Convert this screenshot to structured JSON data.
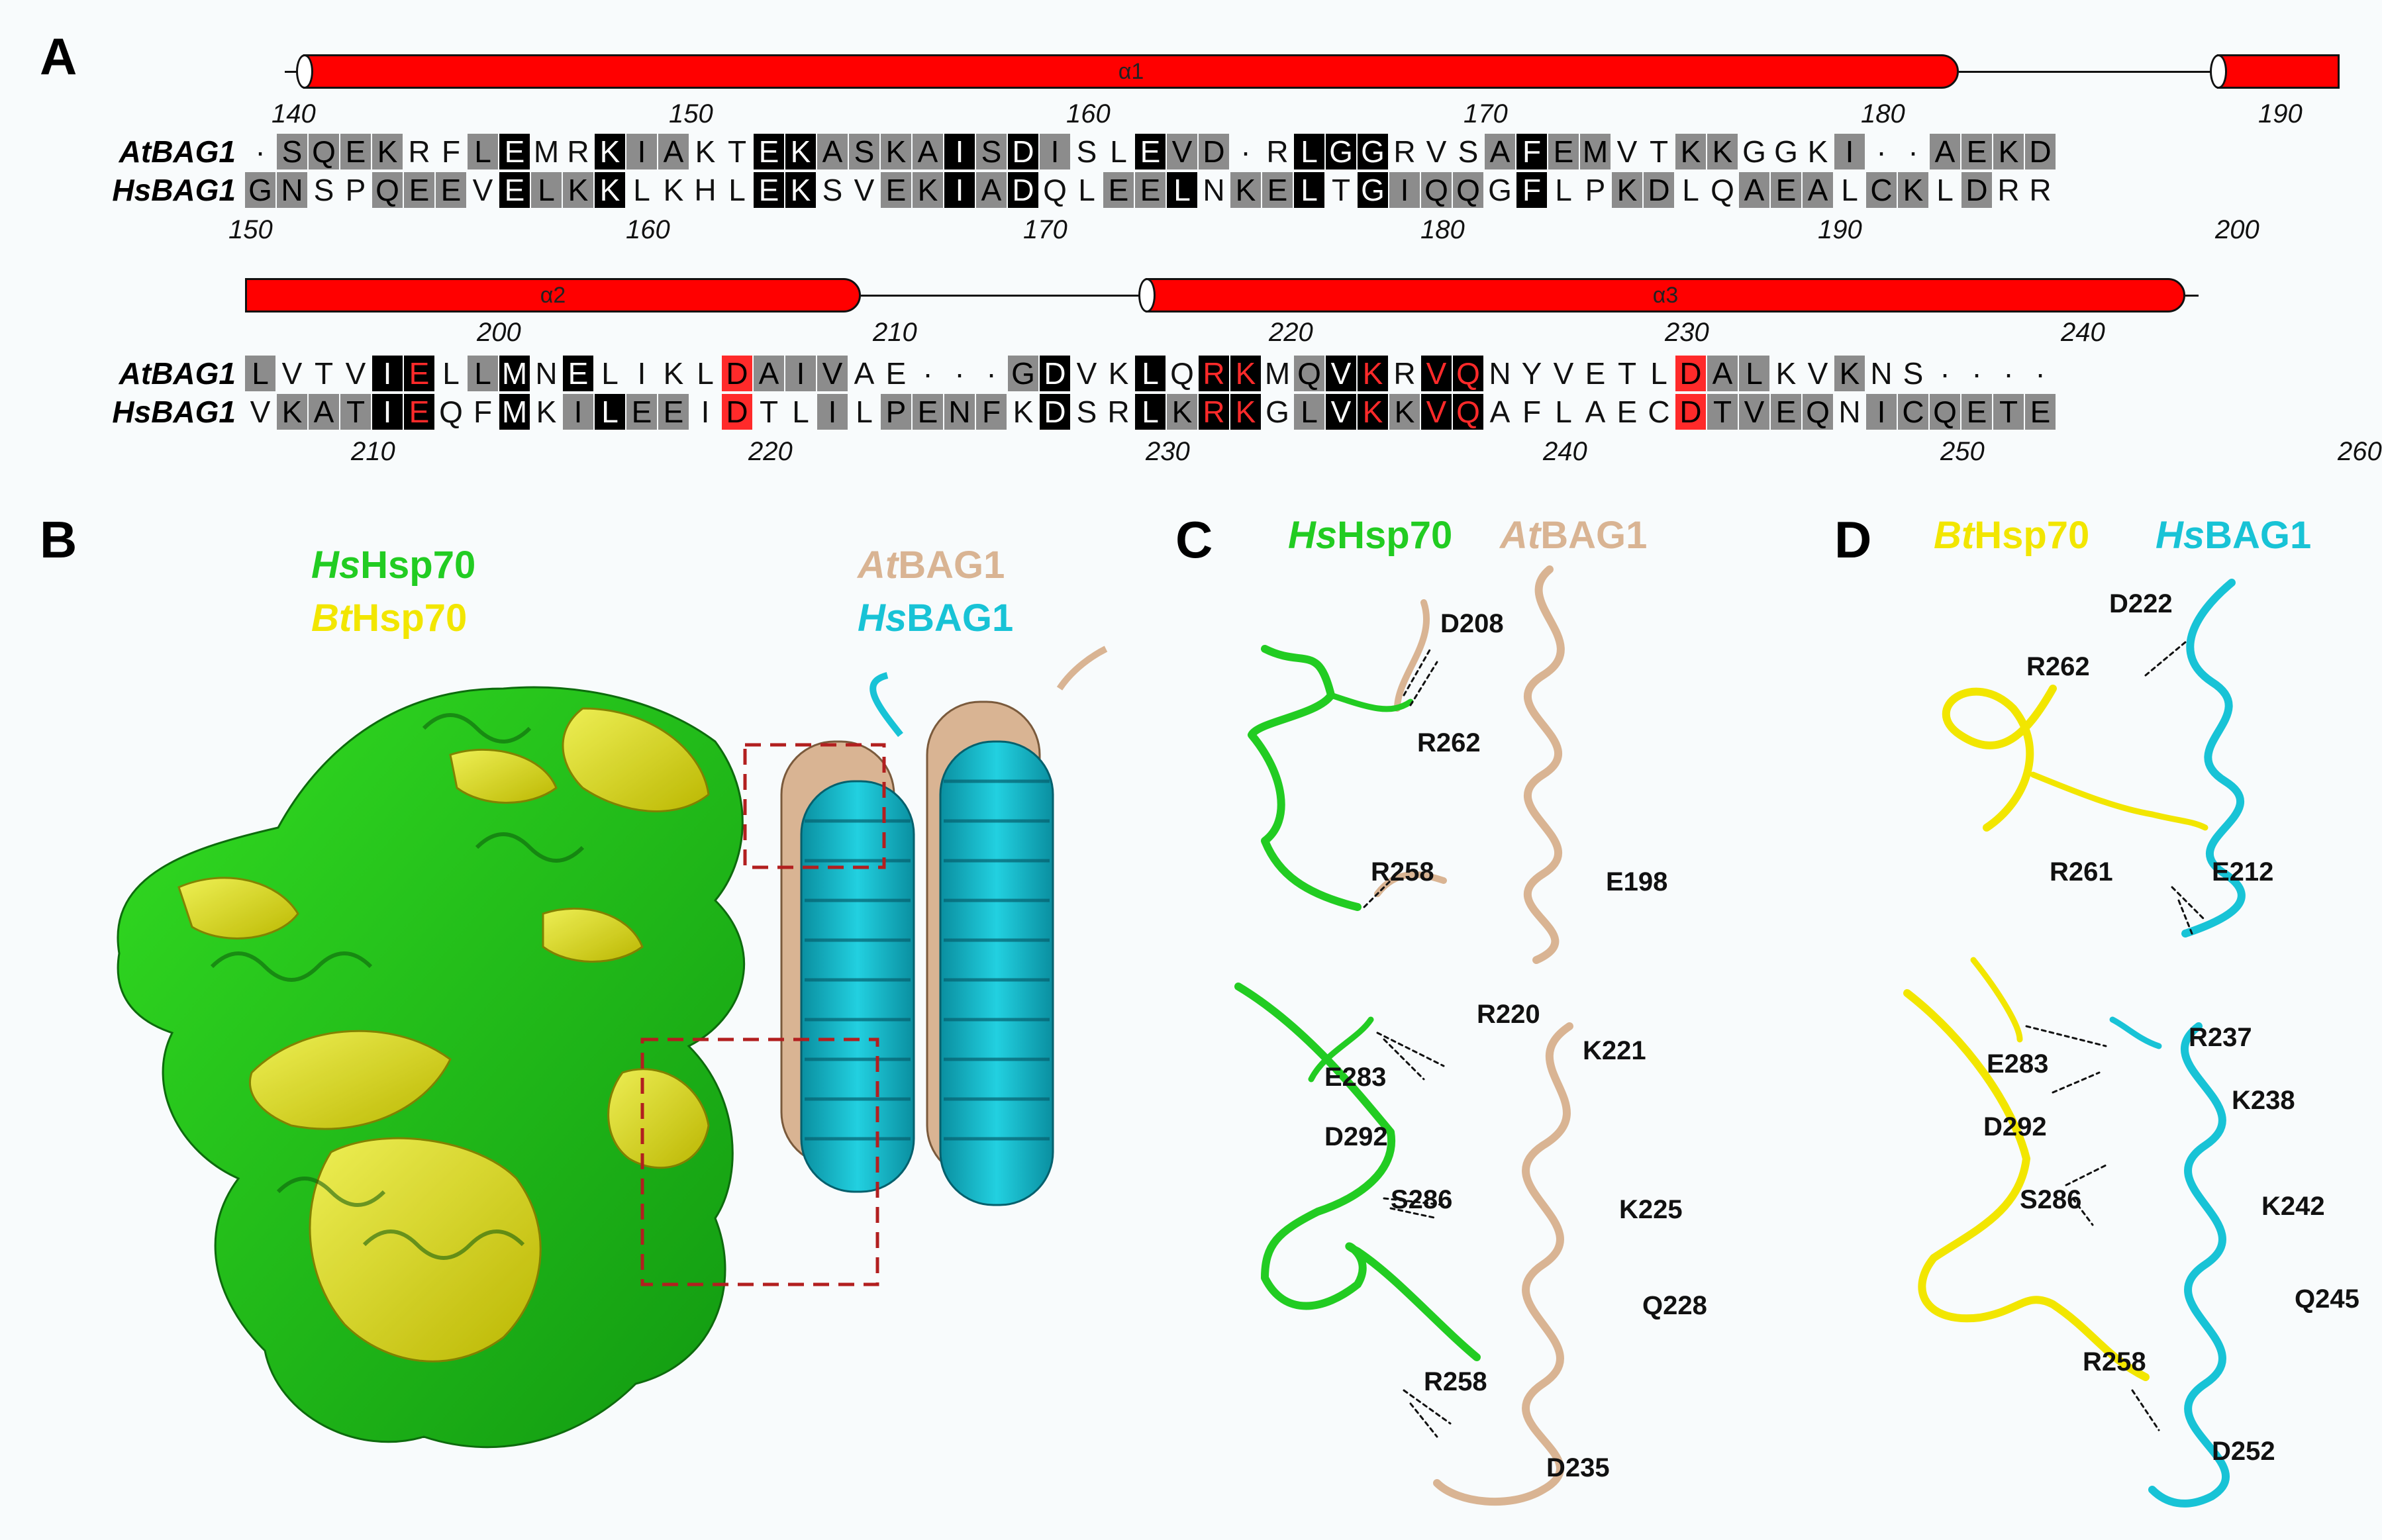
{
  "panels": {
    "a": "A",
    "b": "B",
    "c": "C",
    "d": "D"
  },
  "helices": [
    "α1",
    "α2",
    "α3"
  ],
  "block1": {
    "top_numbers": [
      "140",
      "150",
      "160",
      "170",
      "180",
      "190"
    ],
    "bottom_numbers": [
      "150",
      "160",
      "170",
      "180",
      "190",
      "200"
    ],
    "at_name": "AtBAG1",
    "hs_name": "HsBAG1",
    "at_seq": [
      "·",
      "S",
      "Q",
      "E",
      "K",
      "R",
      "F",
      "L",
      "E",
      "M",
      "R",
      "K",
      "I",
      "A",
      "K",
      "T",
      "E",
      "K",
      "A",
      "S",
      "K",
      "A",
      "I",
      "S",
      "D",
      "I",
      "S",
      "L",
      "E",
      "V",
      "D",
      "·",
      "R",
      "L",
      "G",
      "G",
      "R",
      "V",
      "S",
      "A",
      "F",
      "E",
      "M",
      "V",
      "T",
      "K",
      "K",
      "G",
      "G",
      "K",
      "I",
      "·",
      "·",
      "A",
      "E",
      "K",
      "D"
    ],
    "at_cls": [
      "",
      "g",
      "g",
      "g",
      "g",
      "",
      "",
      "g",
      "b",
      "",
      "",
      "b",
      "g",
      "g",
      "",
      "",
      "b",
      "b",
      "g",
      "g",
      "g",
      "g",
      "b",
      "g",
      "b",
      "g",
      "",
      "",
      "b",
      "g",
      "g",
      "",
      "",
      "b",
      "b",
      "b",
      "",
      "",
      "",
      "g",
      "b",
      "g",
      "g",
      "",
      "",
      "g",
      "g",
      "",
      "",
      "",
      "g",
      "",
      "",
      "g",
      "g",
      "g",
      "g"
    ],
    "hs_seq": [
      "G",
      "N",
      "S",
      "P",
      "Q",
      "E",
      "E",
      "V",
      "E",
      "L",
      "K",
      "K",
      "L",
      "K",
      "H",
      "L",
      "E",
      "K",
      "S",
      "V",
      "E",
      "K",
      "I",
      "A",
      "D",
      "Q",
      "L",
      "E",
      "E",
      "L",
      "N",
      "K",
      "E",
      "L",
      "T",
      "G",
      "I",
      "Q",
      "Q",
      "G",
      "F",
      "L",
      "P",
      "K",
      "D",
      "L",
      "Q",
      "A",
      "E",
      "A",
      "L",
      "C",
      "K",
      "L",
      "D",
      "R",
      "R"
    ],
    "hs_cls": [
      "g",
      "g",
      "",
      "",
      "g",
      "g",
      "g",
      "",
      "b",
      "g",
      "g",
      "b",
      "",
      "",
      "",
      "",
      "b",
      "b",
      "",
      "",
      "g",
      "g",
      "b",
      "g",
      "b",
      "",
      "",
      "g",
      "g",
      "b",
      "",
      "g",
      "g",
      "b",
      "",
      "b",
      "g",
      "g",
      "g",
      "",
      "b",
      "",
      "",
      "g",
      "g",
      "",
      "",
      "g",
      "g",
      "g",
      "",
      "g",
      "g",
      "",
      "g",
      "",
      ""
    ]
  },
  "block2": {
    "top_numbers": [
      "200",
      "210",
      "220",
      "230",
      "240"
    ],
    "bottom_numbers": [
      "210",
      "220",
      "230",
      "240",
      "250",
      "260"
    ],
    "at_name": "AtBAG1",
    "hs_name": "HsBAG1",
    "at_seq": [
      "L",
      "V",
      "T",
      "V",
      "I",
      "E",
      "L",
      "L",
      "M",
      "N",
      "E",
      "L",
      "I",
      "K",
      "L",
      "D",
      "A",
      "I",
      "V",
      "A",
      "E",
      "·",
      "·",
      "·",
      "G",
      "D",
      "V",
      "K",
      "L",
      "Q",
      "R",
      "K",
      "M",
      "Q",
      "V",
      "K",
      "R",
      "V",
      "Q",
      "N",
      "Y",
      "V",
      "E",
      "T",
      "L",
      "D",
      "A",
      "L",
      "K",
      "V",
      "K",
      "N",
      "S",
      "·",
      "·",
      "·",
      "·"
    ],
    "at_cls": [
      "g",
      "",
      "",
      "",
      "b",
      "r",
      "",
      "g",
      "b",
      "",
      "b",
      "",
      "",
      "",
      "",
      "rr",
      "g",
      "g",
      "g",
      "",
      "",
      "",
      "",
      "",
      "g",
      "b",
      "",
      "",
      "b",
      "",
      "r",
      "r",
      "",
      "g",
      "b",
      "r",
      "",
      "r",
      "r",
      "",
      "",
      "",
      "",
      "",
      "",
      "rr",
      "g",
      "g",
      "",
      "",
      "g",
      "",
      "",
      "",
      "",
      "",
      ""
    ],
    "hs_seq": [
      "V",
      "K",
      "A",
      "T",
      "I",
      "E",
      "Q",
      "F",
      "M",
      "K",
      "I",
      "L",
      "E",
      "E",
      "I",
      "D",
      "T",
      "L",
      "I",
      "L",
      "P",
      "E",
      "N",
      "F",
      "K",
      "D",
      "S",
      "R",
      "L",
      "K",
      "R",
      "K",
      "G",
      "L",
      "V",
      "K",
      "K",
      "V",
      "Q",
      "A",
      "F",
      "L",
      "A",
      "E",
      "C",
      "D",
      "T",
      "V",
      "E",
      "Q",
      "N",
      "I",
      "C",
      "Q",
      "E",
      "T",
      "E"
    ],
    "hs_cls": [
      "",
      "g",
      "g",
      "g",
      "b",
      "r",
      "",
      "",
      "b",
      "",
      "g",
      "b",
      "g",
      "g",
      "",
      "rr",
      "",
      "",
      "g",
      "",
      "g",
      "g",
      "g",
      "g",
      "",
      "b",
      "",
      "",
      "b",
      "g",
      "r",
      "r",
      "",
      "g",
      "b",
      "r",
      "g",
      "r",
      "r",
      "",
      "",
      "",
      "",
      "",
      "",
      "rr",
      "g",
      "g",
      "g",
      "g",
      "",
      "g",
      "g",
      "g",
      "g",
      "g",
      "g"
    ]
  },
  "legendB": {
    "hs70_prefix": "Hs",
    "hs70_suffix": "Hsp70",
    "bt70_prefix": "Bt",
    "bt70_suffix": "Hsp70",
    "atbag_prefix": "At",
    "atbag_suffix": "BAG1",
    "hsbag_prefix": "Hs",
    "hsbag_suffix": "BAG1"
  },
  "panelC": {
    "legend1_prefix": "Hs",
    "legend1_suffix": "Hsp70",
    "legend2_prefix": "At",
    "legend2_suffix": "BAG1",
    "top_labels": [
      "D208",
      "R262",
      "R258",
      "E198"
    ],
    "bottom_labels": [
      "R220",
      "K221",
      "E283",
      "D292",
      "S286",
      "K225",
      "Q228",
      "R258",
      "D235"
    ]
  },
  "panelD": {
    "legend1_prefix": "Bt",
    "legend1_suffix": "Hsp70",
    "legend2_prefix": "Hs",
    "legend2_suffix": "BAG1",
    "top_labels": [
      "D222",
      "R262",
      "R261",
      "E212"
    ],
    "bottom_labels": [
      "R237",
      "E283",
      "K238",
      "D292",
      "S286",
      "K242",
      "Q245",
      "R258",
      "D252"
    ]
  },
  "colors": {
    "green": "#22cc22",
    "yellow": "#f2e600",
    "tan": "#d9b493",
    "cyan": "#18c3d6",
    "red": "#ff0000"
  }
}
